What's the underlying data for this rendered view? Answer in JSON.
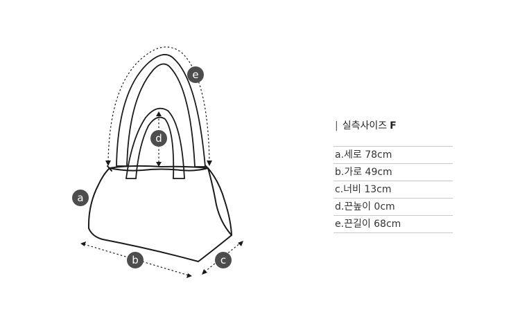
{
  "diagram": {
    "badges": {
      "a": "a",
      "b": "b",
      "c": "c",
      "d": "d",
      "e": "e"
    },
    "badge_color": "#4d4d4d"
  },
  "specs": {
    "title": "실측사이즈",
    "size": "F",
    "rows": [
      "a.세로 78cm",
      "b.가로 49cm",
      "c.너비 13cm",
      "d.끈높이 0cm",
      "e.끈길이 68cm"
    ]
  }
}
